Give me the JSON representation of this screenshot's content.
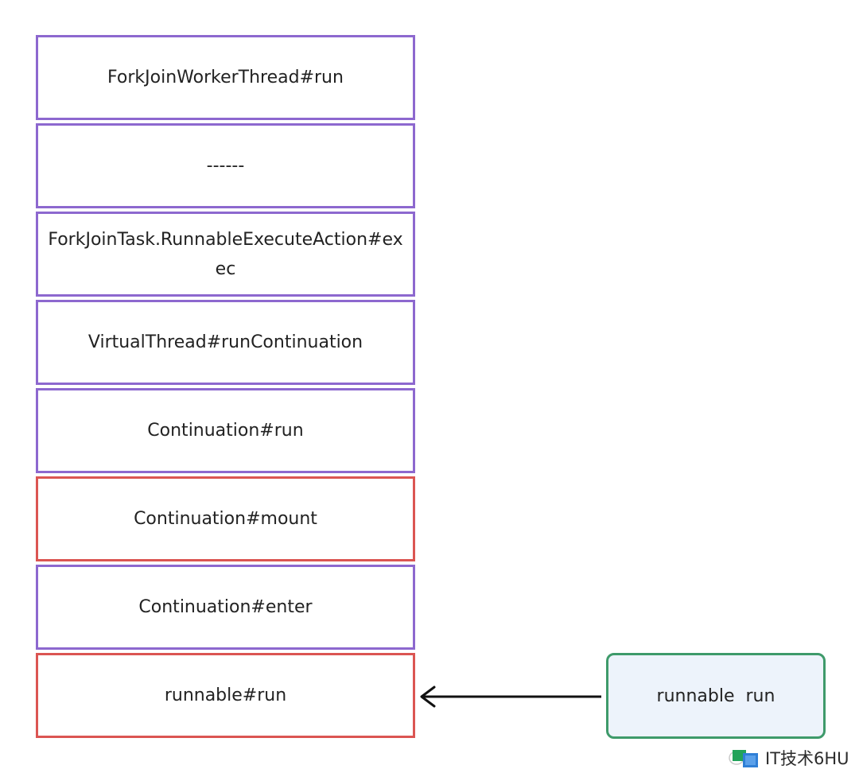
{
  "stack": {
    "frames": [
      {
        "label": "ForkJoinWorkerThread#run",
        "highlight": false
      },
      {
        "label": "------",
        "highlight": false
      },
      {
        "label": "ForkJoinTask.RunnableExecuteAction#exec",
        "highlight": false
      },
      {
        "label": "VirtualThread#runContinuation",
        "highlight": false
      },
      {
        "label": "Continuation#run",
        "highlight": false
      },
      {
        "label": "Continuation#mount",
        "highlight": true
      },
      {
        "label": "Continuation#enter",
        "highlight": false
      },
      {
        "label": "runnable#run",
        "highlight": true
      }
    ]
  },
  "runnable_node": {
    "label": "runnable  run"
  },
  "watermark": {
    "text": "IT技术6HU"
  },
  "colors": {
    "frame_border": "#8d68cf",
    "highlight_border": "#db5552",
    "node_border": "#3e9a6a",
    "node_fill": "#edf3fb",
    "arrow": "#111111"
  }
}
